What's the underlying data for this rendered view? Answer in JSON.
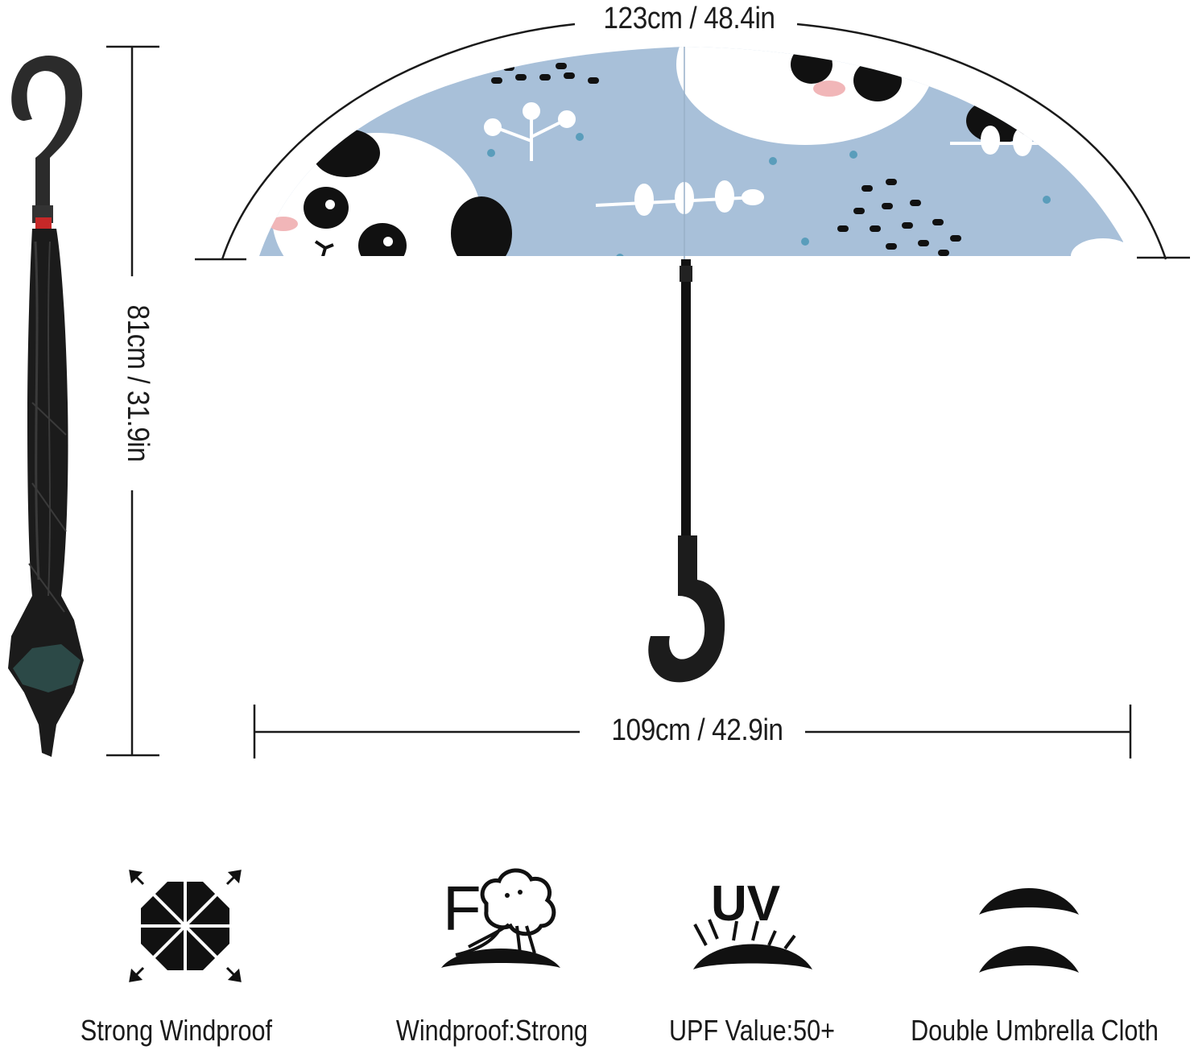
{
  "dimensions": {
    "open_width": "123cm / 48.4in",
    "length": "81cm / 31.9in",
    "canopy_span": "109cm / 42.9in"
  },
  "features": [
    {
      "label": "Strong Windproof",
      "icon": "windproof-octagon-icon"
    },
    {
      "label": "Windproof:Strong",
      "icon": "wind-strength-icon",
      "icon_text": "F"
    },
    {
      "label": "UPF Value:50+",
      "icon": "uv-protection-icon",
      "icon_text": "UV"
    },
    {
      "label": "Double Umbrella Cloth",
      "icon": "double-canopy-icon"
    }
  ],
  "colors": {
    "canopy": "#a8c0d9",
    "ink": "#111111",
    "blush": "#f1b6b8",
    "dot_blue": "#5a9dbb"
  }
}
